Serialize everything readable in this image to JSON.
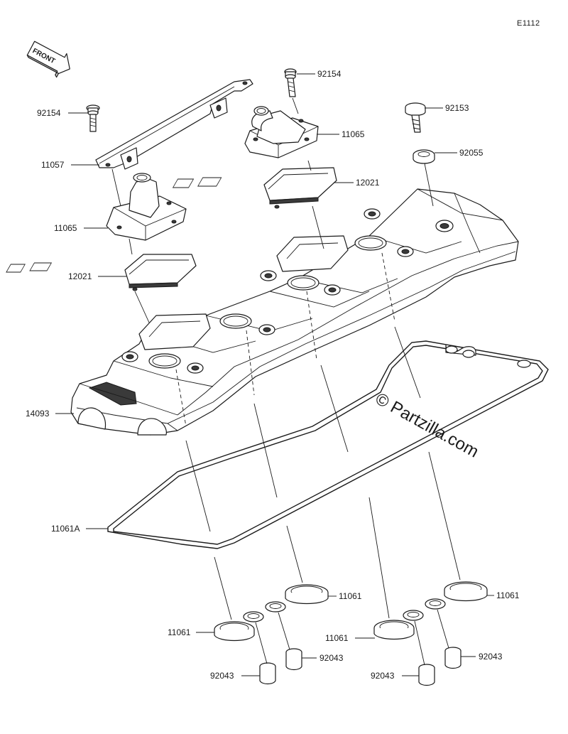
{
  "diagram_code": "E1112",
  "front_arrow": {
    "text": "FRONT"
  },
  "watermark": "© Partzilla.com",
  "labels": [
    {
      "id": "bolt_left",
      "text": "92154"
    },
    {
      "id": "bolt_top",
      "text": "92154"
    },
    {
      "id": "bolt_right",
      "text": "92153"
    },
    {
      "id": "bracket",
      "text": "11057"
    },
    {
      "id": "breather_top",
      "text": "11065"
    },
    {
      "id": "washer",
      "text": "92055"
    },
    {
      "id": "breather_left",
      "text": "11065"
    },
    {
      "id": "plate_top",
      "text": "12021"
    },
    {
      "id": "plate_left",
      "text": "12021"
    },
    {
      "id": "cover",
      "text": "14093"
    },
    {
      "id": "cover_gasket",
      "text": "11061A"
    },
    {
      "id": "gasket_a",
      "text": "11061"
    },
    {
      "id": "gasket_b",
      "text": "11061"
    },
    {
      "id": "gasket_c",
      "text": "11061"
    },
    {
      "id": "gasket_d",
      "text": "11061"
    },
    {
      "id": "collar_a",
      "text": "92043"
    },
    {
      "id": "collar_b",
      "text": "92043"
    },
    {
      "id": "collar_c",
      "text": "92043"
    },
    {
      "id": "collar_d",
      "text": "92043"
    }
  ]
}
